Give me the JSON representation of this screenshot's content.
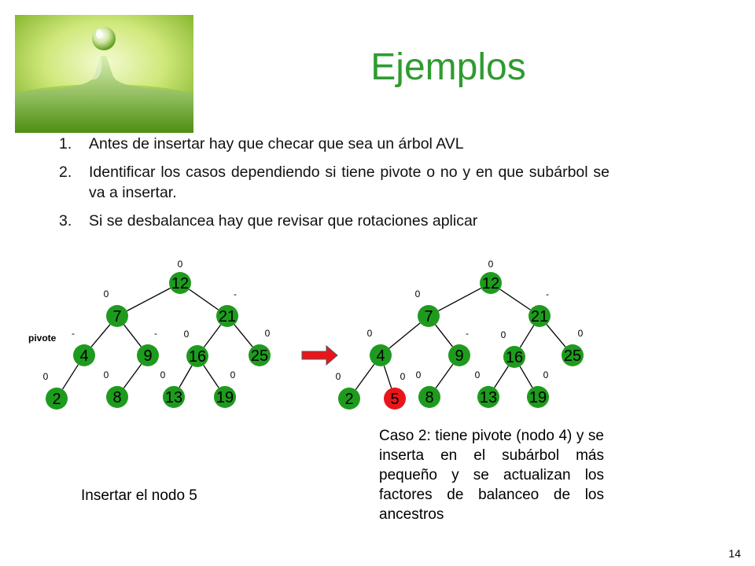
{
  "slide": {
    "title": "Ejemplos",
    "page_number": "14",
    "bullets": [
      {
        "num": "1.",
        "text": "Antes de insertar hay que checar que sea un árbol AVL"
      },
      {
        "num": "2.",
        "text": "Identificar los casos dependiendo si tiene pivote o no y en que subárbol se va a insertar."
      },
      {
        "num": "3.",
        "text": "Si se desbalancea hay que revisar que rotaciones aplicar"
      }
    ],
    "instruction": "Insertar el nodo 5",
    "caption": "Caso 2: tiene pivote (nodo 4) y se inserta en el subárbol más pequeño y se actualizan los factores de balanceo de los ancestros",
    "pivot_label": "pivote"
  },
  "colors": {
    "title": "#2f9b2f",
    "node": "#1e9b1e",
    "new_node": "#e8161b",
    "arrow": "#e8161b"
  },
  "trees": {
    "before": {
      "nodes": [
        {
          "id": "12",
          "label": "12",
          "bf": "0",
          "parent": null
        },
        {
          "id": "7",
          "label": "7",
          "bf": "0",
          "parent": "12"
        },
        {
          "id": "21",
          "label": "21",
          "bf": "-",
          "parent": "12"
        },
        {
          "id": "4",
          "label": "4",
          "bf": "-",
          "parent": "7"
        },
        {
          "id": "9",
          "label": "9",
          "bf": "-",
          "parent": "7"
        },
        {
          "id": "16",
          "label": "16",
          "bf": "0",
          "parent": "21"
        },
        {
          "id": "25",
          "label": "25",
          "bf": "0",
          "parent": "21"
        },
        {
          "id": "2",
          "label": "2",
          "bf": "0",
          "parent": "4"
        },
        {
          "id": "8",
          "label": "8",
          "bf": "0",
          "parent": "9"
        },
        {
          "id": "13",
          "label": "13",
          "bf": "0",
          "parent": "16"
        },
        {
          "id": "19",
          "label": "19",
          "bf": "0",
          "parent": "16"
        }
      ]
    },
    "after": {
      "nodes": [
        {
          "id": "12",
          "label": "12",
          "bf": "0",
          "parent": null
        },
        {
          "id": "7",
          "label": "7",
          "bf": "0",
          "parent": "12"
        },
        {
          "id": "21",
          "label": "21",
          "bf": "-",
          "parent": "12"
        },
        {
          "id": "4",
          "label": "4",
          "bf": "0",
          "parent": "7"
        },
        {
          "id": "9",
          "label": "9",
          "bf": "-",
          "parent": "7"
        },
        {
          "id": "16",
          "label": "16",
          "bf": "0",
          "parent": "21"
        },
        {
          "id": "25",
          "label": "25",
          "bf": "0",
          "parent": "21"
        },
        {
          "id": "2",
          "label": "2",
          "bf": "0",
          "parent": "4"
        },
        {
          "id": "5",
          "label": "5",
          "bf": "0",
          "parent": "4",
          "new": true
        },
        {
          "id": "8",
          "label": "8",
          "bf": "0",
          "parent": "9"
        },
        {
          "id": "13",
          "label": "13",
          "bf": "0",
          "parent": "16"
        },
        {
          "id": "19",
          "label": "19",
          "bf": "0",
          "parent": "16"
        }
      ]
    }
  }
}
